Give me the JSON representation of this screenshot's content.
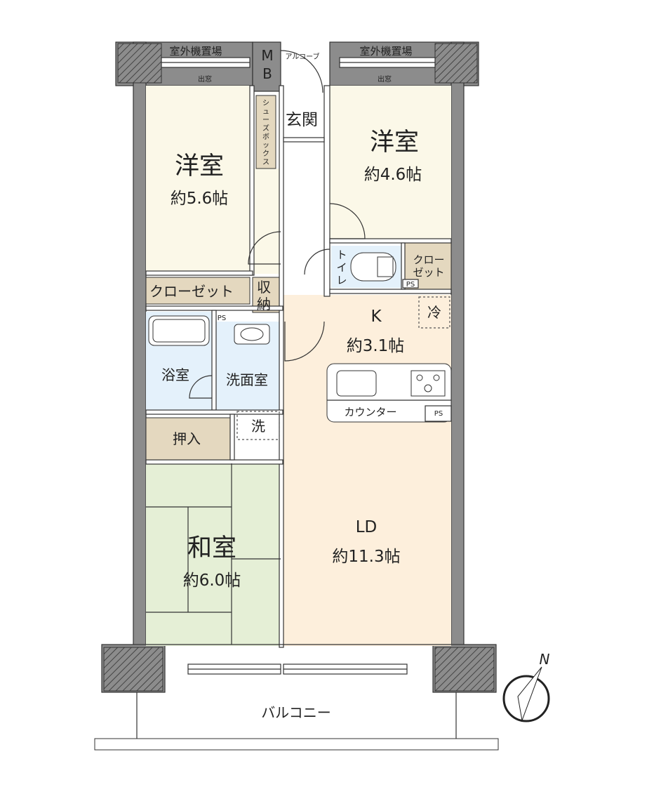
{
  "rooms": {
    "western_left": {
      "name": "洋室",
      "area": "約5.6帖"
    },
    "western_right": {
      "name": "洋室",
      "area": "約4.6帖"
    },
    "japanese": {
      "name": "和室",
      "area": "約6.0帖"
    },
    "kitchen": {
      "name": "K",
      "area": "約3.1帖"
    },
    "living_dining": {
      "name": "LD",
      "area": "約11.3帖"
    },
    "entrance": {
      "name": "玄関"
    },
    "bath": {
      "name": "浴室"
    },
    "washroom": {
      "name": "洗面室"
    }
  },
  "labels": {
    "outdoor_unit_left": "室外機置場",
    "outdoor_unit_right": "室外機置場",
    "bay_window_left": "出窓",
    "bay_window_right": "出窓",
    "meter_box": [
      "M",
      "B"
    ],
    "alcove": "アルコーブ",
    "shoe_box": [
      "シ",
      "ュ",
      "ー",
      "ズ",
      "ボ",
      "ッ",
      "ク",
      "ス"
    ],
    "closet_left": "クローゼット",
    "storage": [
      "収",
      "納"
    ],
    "toilet": [
      "ト",
      "イ",
      "レ"
    ],
    "closet_right": [
      "クロー",
      "ゼット"
    ],
    "fridge": "冷",
    "washer": "洗",
    "oshiire": "押入",
    "counter": "カウンター",
    "pipe_space": "PS",
    "balcony": "バルコニー",
    "north": "N"
  },
  "colors": {
    "western": "#fbf8e8",
    "ldk": "#fdefdc",
    "japanese": "#e5efd6",
    "wet_area": "#e4f1fb",
    "storage": "#e4d8bf",
    "wall": "#8c8c8c"
  }
}
